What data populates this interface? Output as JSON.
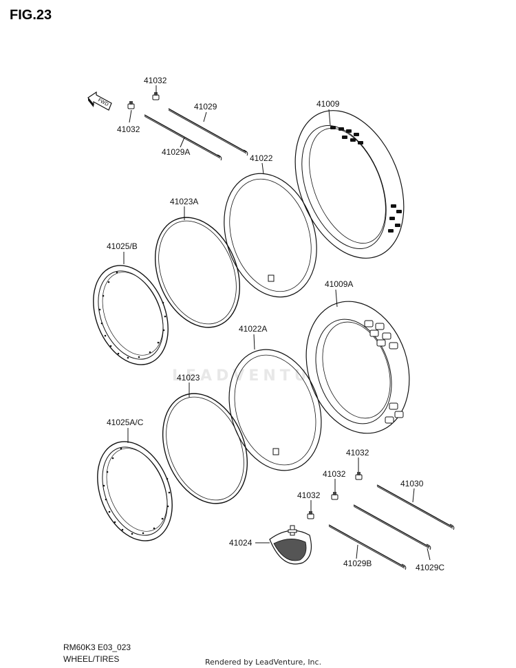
{
  "figure": {
    "title": "FIG.23",
    "code": "RM60K3 E03_023",
    "section": "WHEEL/TIRES",
    "rendered_by": "Rendered by LeadVenture, Inc.",
    "watermark": "LEADVENTURE",
    "fwd_label": "FWD"
  },
  "parts": {
    "p41032_a": "41032",
    "p41032_b": "41032",
    "p41029": "41029",
    "p41029A": "41029A",
    "p41009": "41009",
    "p41022": "41022",
    "p41023A": "41023A",
    "p41025B": "41025/B",
    "p41009A": "41009A",
    "p41022A": "41022A",
    "p41023": "41023",
    "p41025AC": "41025A/C",
    "p41032_c": "41032",
    "p41032_d": "41032",
    "p41032_e": "41032",
    "p41030": "41030",
    "p41024": "41024",
    "p41029B": "41029B",
    "p41029C": "41029C"
  }
}
